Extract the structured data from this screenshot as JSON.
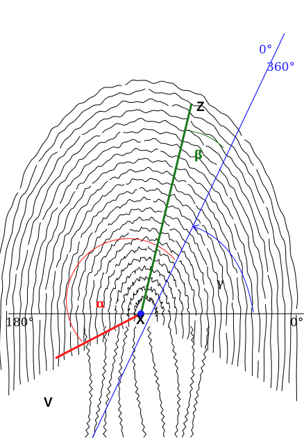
{
  "diagram": {
    "labels": {
      "zero_deg": "0°",
      "three_sixty_deg": "360°",
      "one_eighty_deg": "180°",
      "zero_deg_right": "0°",
      "point_z": "Z",
      "point_x": "X",
      "point_v": "V",
      "alpha": "α",
      "beta": "β",
      "gamma": "γ"
    },
    "colors": {
      "ridges": "#000000",
      "reference_axis": "#1a1aff",
      "z_ray": "#1a7a1a",
      "v_ray": "#ff1a1a",
      "alpha_arc": "#ff1a1a",
      "beta_arc": "#1a7a1a",
      "gamma_arc": "#1a1aff",
      "center_dot": "#1a1aff",
      "background": "#ffffff"
    }
  }
}
